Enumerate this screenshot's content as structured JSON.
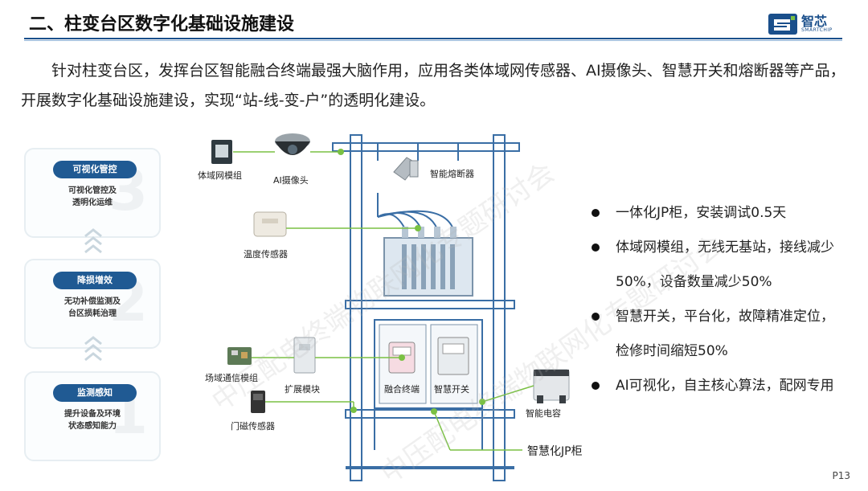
{
  "header": {
    "title": "二、柱变台区数字化基础设施建设"
  },
  "logo": {
    "cn": "智芯",
    "en": "SMARTCHIP"
  },
  "intro": "针对柱变台区，发挥台区智能融合终端最强大脑作用，应用各类体域网传感器、AI摄像头、智慧开关和熔断器等产品，开展数字化基础设施建设，实现“站-线-变-户”的透明化建设。",
  "stages": [
    {
      "num": "3",
      "badge": "可视化管控",
      "desc": [
        "可视化管控及",
        "透明化运维"
      ]
    },
    {
      "num": "2",
      "badge": "降损增效",
      "desc": [
        "无功补偿监测及",
        "台区损耗治理"
      ]
    },
    {
      "num": "1",
      "badge": "监测感知",
      "desc": [
        "提升设备及环境",
        "状态感知能力"
      ]
    }
  ],
  "diagram": {
    "body_net_module": "体域网模组",
    "ai_camera": "AI摄像头",
    "smart_fuse": "智能熔断器",
    "temp_sensor": "温度传感器",
    "field_comm_module": "场域通信模组",
    "expansion_module": "扩展模块",
    "door_sensor": "门磁传感器",
    "fusion_terminal": "融合终端",
    "smart_switch": "智慧开关",
    "smart_capacitor": "智能电容",
    "smart_jp": "智慧化JP柜"
  },
  "bullets": [
    [
      "一体化JP柜，安装调试0.5天"
    ],
    [
      "体域网模组，无线无基站，接线减少",
      "50%，设备数量减少50%"
    ],
    [
      "智慧开关，平台化，故障精准定位，",
      "检修时间缩短50%"
    ],
    [
      "AI可视化，自主核心算法，配网专用"
    ]
  ],
  "page": "P13",
  "watermark": "中压配电终端物联网化专题研讨会",
  "colors": {
    "accent": "#1a4f8b",
    "line_green": "#7ac143",
    "structure_blue": "#3a6ea5"
  }
}
